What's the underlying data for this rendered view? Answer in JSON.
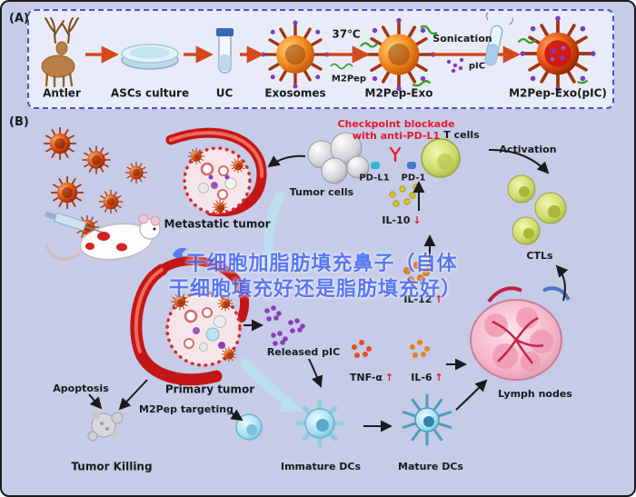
{
  "figure": {
    "panel_a_label": "(A)",
    "panel_b_label": "(B)"
  },
  "panelA": {
    "steps": [
      {
        "label": "Antler",
        "icon": "deer-icon"
      },
      {
        "label": "ASCs culture",
        "icon": "petri-dish-icon"
      },
      {
        "label": "UC",
        "icon": "ultracentrifuge-tube-icon"
      },
      {
        "label": "Exosomes",
        "icon": "exosome-icon"
      },
      {
        "label": "M2Pep-Exo",
        "icon": "m2pep-exosome-icon"
      },
      {
        "label": "M2Pep-Exo(pIC)",
        "icon": "m2pep-pic-exosome-icon"
      }
    ],
    "temp_label": "37℃",
    "m2pep_label": "M2Pep",
    "sonication_label": "Sonication",
    "pic_label": "pIC"
  },
  "panelB": {
    "checkpoint_line1": "Checkpoint blockade",
    "checkpoint_line2": "with anti-PD-L1",
    "t_cells": "T cells",
    "tumor_cells": "Tumor cells",
    "pd_l1": "PD-L1",
    "pd_1": "PD-1",
    "activation": "Activation",
    "il10": "IL-10",
    "il10_arrow": "↓",
    "ctls": "CTLs",
    "metastatic_tumor": "Metastatic tumor",
    "il12": "IL-12",
    "il12_arrow": "↑",
    "released_pic": "Released pIC",
    "tnf": "TNF-α",
    "tnf_arrow": "↑",
    "il6": "IL-6",
    "il6_arrow": "↑",
    "lymph_nodes": "Lymph nodes",
    "apoptosis": "Apoptosis",
    "primary_tumor": "Primary tumor",
    "m2pep_targeting": "M2Pep targeting",
    "tumor_killing": "Tumor Killing",
    "immature_dcs": "Immature DCs",
    "mature_dcs": "Mature DCs",
    "icons": {
      "mouse-icon": "white lab mouse with red tumor spots",
      "syringe-icon": "injection syringe",
      "exosome-particle-icon": "spiky orange exosome vesicle",
      "tumor-illustration": "red vessel with tumor sphere",
      "dc-icon": "dendritic cell",
      "lymph-node-illustration": "pink lymph node",
      "antibody-icon": "red anti-PD-L1 antibody"
    }
  },
  "watermark": {
    "line1": "干细胞加脂肪填充鼻子（自体",
    "line2": "干细胞填充好还是脂肪填充好）"
  },
  "colors": {
    "bg": "#c6cbe7",
    "panelA_bg": "#e9ecf8",
    "panel_border": "#4a52c8",
    "label": "#1a1a1a",
    "red": "#e8192c",
    "watermark": "#4a6cf5",
    "arrow_red": "#d4491c"
  }
}
